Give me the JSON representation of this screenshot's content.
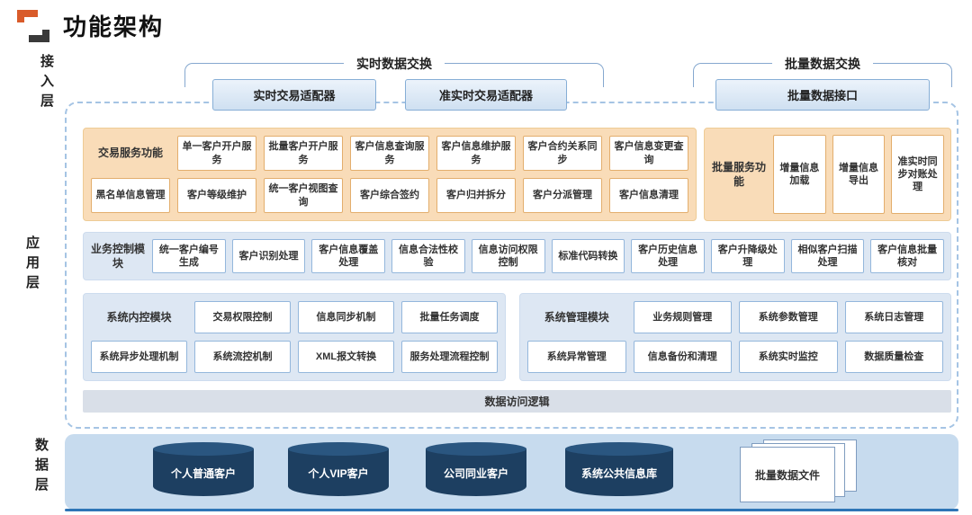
{
  "title": "功能架构",
  "layer_labels": {
    "access": "接入层",
    "application": "应用层",
    "data": "数据层"
  },
  "access": {
    "realtime": {
      "label": "实时数据交换",
      "adapter1": "实时交易适配器",
      "adapter2": "准实时交易适配器"
    },
    "batch": {
      "label": "批量数据交换",
      "adapter1": "批量数据接口"
    }
  },
  "app": {
    "tx": {
      "label": "交易服务功能",
      "r1": [
        "单一客户开户服务",
        "批量客户开户服务",
        "客户信息查询服务",
        "客户信息维护服务",
        "客户合约关系同步",
        "客户信息变更查询"
      ],
      "r2": [
        "黑名单信息管理",
        "客户等级维护",
        "统一客户视图查询",
        "客户综合签约",
        "客户归并拆分",
        "客户分派管理",
        "客户信息清理"
      ]
    },
    "batchsvc": {
      "label": "批量服务功能",
      "items": [
        "增量信息加载",
        "增量信息导出",
        "准实时同步对账处理"
      ]
    },
    "bizctrl": {
      "label": "业务控制模块",
      "items": [
        "统一客户编号生成",
        "客户识别处理",
        "客户信息覆盖处理",
        "信息合法性校验",
        "信息访问权限控制",
        "标准代码转换",
        "客户历史信息处理",
        "客户升降级处理",
        "相似客户扫描处理",
        "客户信息批量核对"
      ]
    },
    "sysctrl": {
      "label": "系统内控模块",
      "r1": [
        "交易权限控制",
        "信息同步机制",
        "批量任务调度"
      ],
      "r2": [
        "系统异步处理机制",
        "系统流控机制",
        "XML报文转换",
        "服务处理流程控制"
      ]
    },
    "sysmgmt": {
      "label": "系统管理模块",
      "r1": [
        "业务规则管理",
        "系统参数管理",
        "系统日志管理"
      ],
      "r2": [
        "系统异常管理",
        "信息备份和清理",
        "系统实时监控",
        "数据质量检查"
      ]
    },
    "data_access": "数据访问逻辑"
  },
  "data_layer": {
    "databases": [
      "个人普通客户",
      "个人VIP客户",
      "公司同业客户",
      "系统公共信息库"
    ],
    "file": "批量数据文件"
  },
  "colors": {
    "accent_blue": "#2e75b6",
    "panel_orange": "#f9dcb8",
    "panel_blue": "#dde7f3",
    "cylinder_navy": "#1d3f61",
    "logo_orange": "#d95b2a"
  }
}
